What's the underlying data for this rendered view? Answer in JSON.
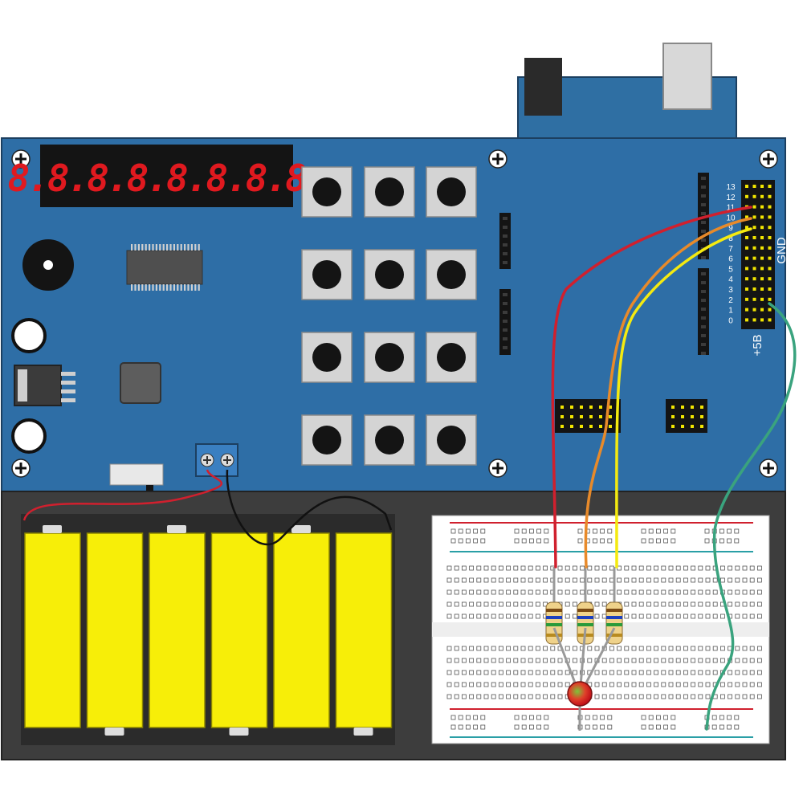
{
  "display": {
    "text": "8.8.8.8.8.8.8.8.",
    "digit_count": 8
  },
  "keypad": {
    "rows": 4,
    "cols": 3
  },
  "header_pins": {
    "numbers": [
      "13",
      "12",
      "11",
      "10",
      "9",
      "8",
      "7",
      "6",
      "5",
      "4",
      "3",
      "2",
      "1",
      "0"
    ],
    "gnd_label": "GND",
    "plus5_label": "+5B"
  },
  "battery": {
    "cell_count": 6
  },
  "resistors": {
    "count": 3
  },
  "wires": {
    "red": "#d0202e",
    "orange": "#e88a2a",
    "yellow": "#f4ea10",
    "green": "#3aa37e",
    "black": "#111111"
  },
  "colors": {
    "board": "#2e6ea6",
    "bottom_panel": "#3a3a3a",
    "battery_yellow": "#f7ee08",
    "segment_red": "#e0191f",
    "breadboard": "#ffffff"
  }
}
